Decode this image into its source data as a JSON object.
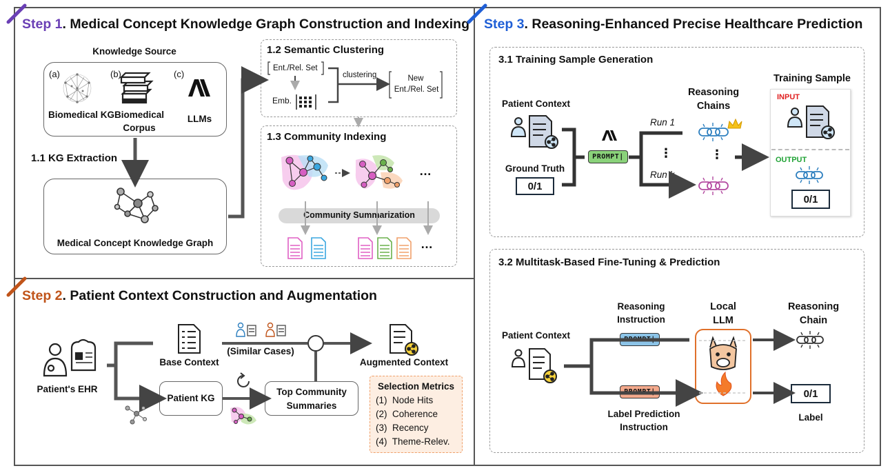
{
  "colors": {
    "step1": "#6a3fb5",
    "step2": "#c0541a",
    "step3": "#1f5fd6",
    "pink": "#e05fc4",
    "blue": "#3aa7e0",
    "green": "#6ab04c",
    "orange": "#f0a06a",
    "red": "#e02020",
    "green_text": "#21a336",
    "gray_bar": "#d9d9d9",
    "selection_bg": "#fdeee2"
  },
  "step1": {
    "step": "Step 1",
    "title": ". Medical Concept Knowledge Graph Construction and Indexing",
    "knowledge_source": "Knowledge Source",
    "sources": [
      {
        "tag": "(a)",
        "name": "Biomedical KG",
        "icon": "network-sphere-icon"
      },
      {
        "tag": "(b)",
        "name": "Biomedical Corpus",
        "icon": "books-icon"
      },
      {
        "tag": "(c)",
        "name": "LLMs",
        "icon": "anthropic-logo-icon"
      }
    ],
    "kg_extraction": "1.1 KG Extraction",
    "mckg": "Medical Concept Knowledge Graph",
    "semantic_clustering": {
      "title": "1.2 Semantic Clustering",
      "ent_rel_set": "Ent./Rel. Set",
      "emb": "Emb.",
      "clustering": "clustering",
      "new": "New",
      "new_set": "Ent./Rel. Set"
    },
    "community_indexing": {
      "title": "1.3 Community Indexing",
      "summarization": "Community Summarization",
      "ellipsis": "…"
    }
  },
  "step2": {
    "step": "Step 2",
    "title": ". Patient Context Construction and Augmentation",
    "ehr": "Patient's EHR",
    "base_context": "Base Context",
    "similar_cases": "(Similar Cases)",
    "augmented_context": "Augmented Context",
    "patient_kg": "Patient KG",
    "top_community": [
      "Top Community",
      "Summaries"
    ],
    "selection": {
      "title": "Selection Metrics",
      "items": [
        "(1)  Node Hits",
        "(2)  Coherence",
        "(3)  Recency",
        "(4)  Theme-Relev."
      ]
    },
    "plus": "⊕"
  },
  "step3": {
    "step": "Step 3",
    "title": ". Reasoning-Enhanced Precise Healthcare Prediction",
    "s31": {
      "title": "3.1 Training Sample Generation",
      "patient_context": "Patient Context",
      "ground_truth": "Ground Truth",
      "gt_value": "0/1",
      "prompt": "PROMPT|",
      "run1": "Run 1",
      "runk": "Run k",
      "vdots": "⋮",
      "reasoning_chains": [
        "Reasoning",
        "Chains"
      ],
      "training_sample": "Training Sample",
      "input": "INPUT",
      "output": "OUTPUT",
      "out_value": "0/1"
    },
    "s32": {
      "title": "3.2 Multitask-Based Fine-Tuning & Prediction",
      "patient_context": "Patient Context",
      "reasoning_instruction": [
        "Reasoning",
        "Instruction"
      ],
      "label_instruction": [
        "Label Prediction",
        "Instruction"
      ],
      "prompt": "PROMPT|",
      "local_llm": [
        "Local",
        "LLM"
      ],
      "reasoning_chain": [
        "Reasoning",
        "Chain"
      ],
      "label_value": "0/1",
      "label": "Label"
    }
  }
}
